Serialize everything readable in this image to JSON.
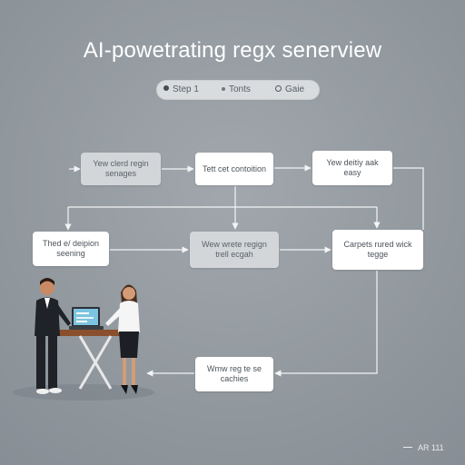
{
  "title": "AI-powetrating regx senerview",
  "stepper": {
    "steps": [
      {
        "label": "Step 1"
      },
      {
        "label": "Tonts"
      },
      {
        "label": "Gaie"
      }
    ]
  },
  "nodes": [
    {
      "id": "n1",
      "label": "Yew clerd regin senages",
      "style": "gray"
    },
    {
      "id": "n2",
      "label": "Tett cet contoition",
      "style": "white"
    },
    {
      "id": "n3",
      "label": "Yew deitiy aak easy",
      "style": "white"
    },
    {
      "id": "n4",
      "label": "Thed e/ deipion seening",
      "style": "white"
    },
    {
      "id": "n5",
      "label": "Wew wrete regign trell ecgah",
      "style": "gray"
    },
    {
      "id": "n6",
      "label": "Carpets rured wick tegge",
      "style": "white"
    },
    {
      "id": "n7",
      "label": "Wmw reg te se cachies",
      "style": "white"
    }
  ],
  "footer": {
    "text": "AR 111"
  },
  "colors": {
    "background": "#8f969d",
    "connector": "#f2f4f5",
    "node_white": "#ffffff",
    "node_gray": "#d3d6d9"
  },
  "illustration": {
    "description_icon": "business-people-at-laptop"
  }
}
